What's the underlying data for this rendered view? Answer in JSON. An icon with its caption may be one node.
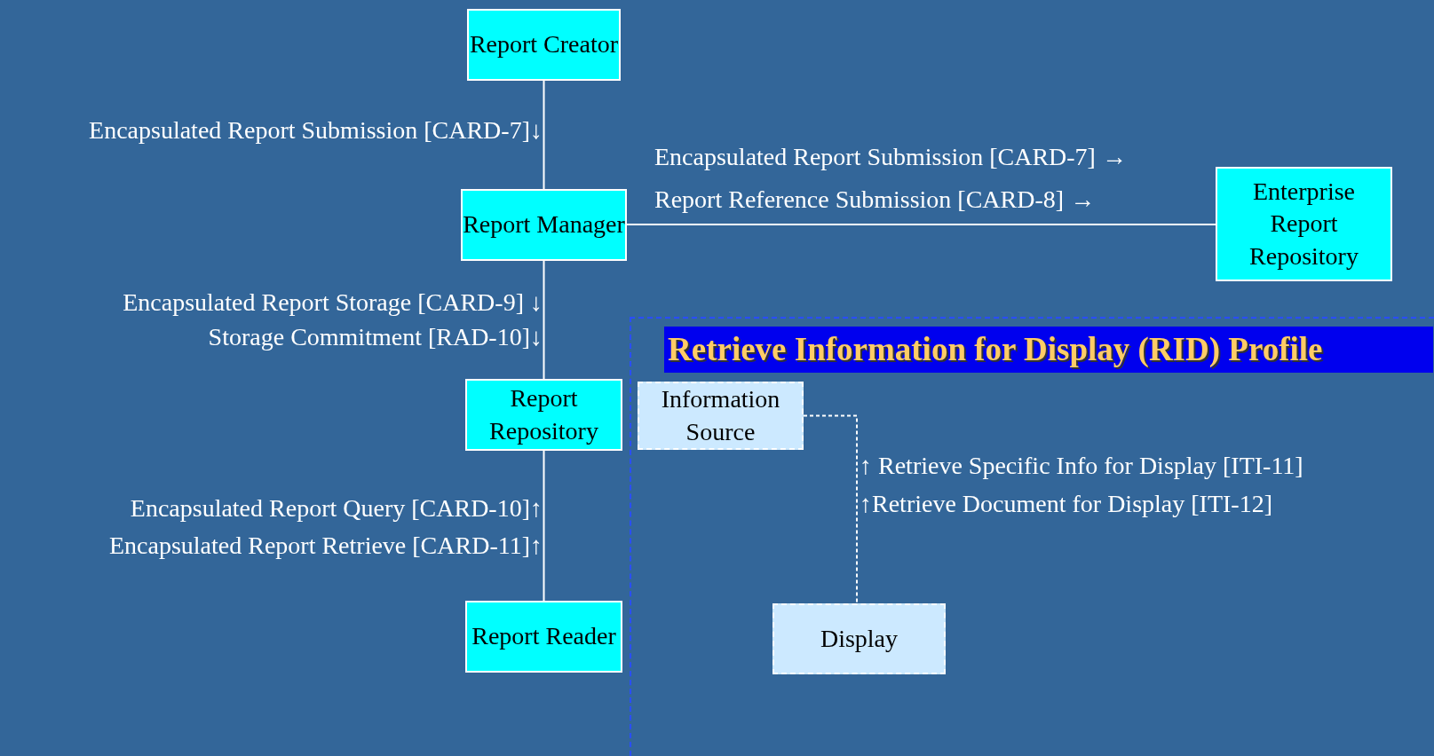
{
  "diagram": {
    "nodes": [
      {
        "text": [
          "Report Creator"
        ]
      },
      {
        "text": [
          "Report Manager"
        ]
      },
      {
        "text": [
          "Report Repository"
        ]
      },
      {
        "text": [
          "Report Reader"
        ]
      },
      {
        "text": [
          "Enterprise Report Repository"
        ]
      },
      {
        "text": [
          "Retrieve Information for Display (RID) Profile"
        ]
      },
      {
        "text": [
          "Information Source"
        ],
        "in": 5
      },
      {
        "text": [
          "Display"
        ],
        "in": 5
      }
    ],
    "edges": [
      {
        "from": 0,
        "to": 1,
        "arrow": "none"
      },
      {
        "from": 1,
        "to": 2,
        "arrow": "none"
      },
      {
        "from": 2,
        "to": 3,
        "arrow": "none"
      },
      {
        "from": 1,
        "to": 4,
        "arrow": "none"
      },
      {
        "from": 6,
        "to": 7,
        "arrow": "none",
        "style": "dashed"
      }
    ],
    "labels": [
      "Encapsulated Report Submission [CARD-7]↓",
      "Encapsulated Report Submission [CARD-7] →",
      "Report Reference Submission [CARD-8] →",
      "Encapsulated Report Storage [CARD-9] ↓",
      "Storage Commitment [RAD-10]↓",
      "Encapsulated Report Query [CARD-10]↑",
      "Encapsulated Report Retrieve [CARD-11]↑",
      "↑ Retrieve Specific Info for Display [ITI-11]",
      "↑Retrieve Document for Display [ITI-12]"
    ]
  }
}
